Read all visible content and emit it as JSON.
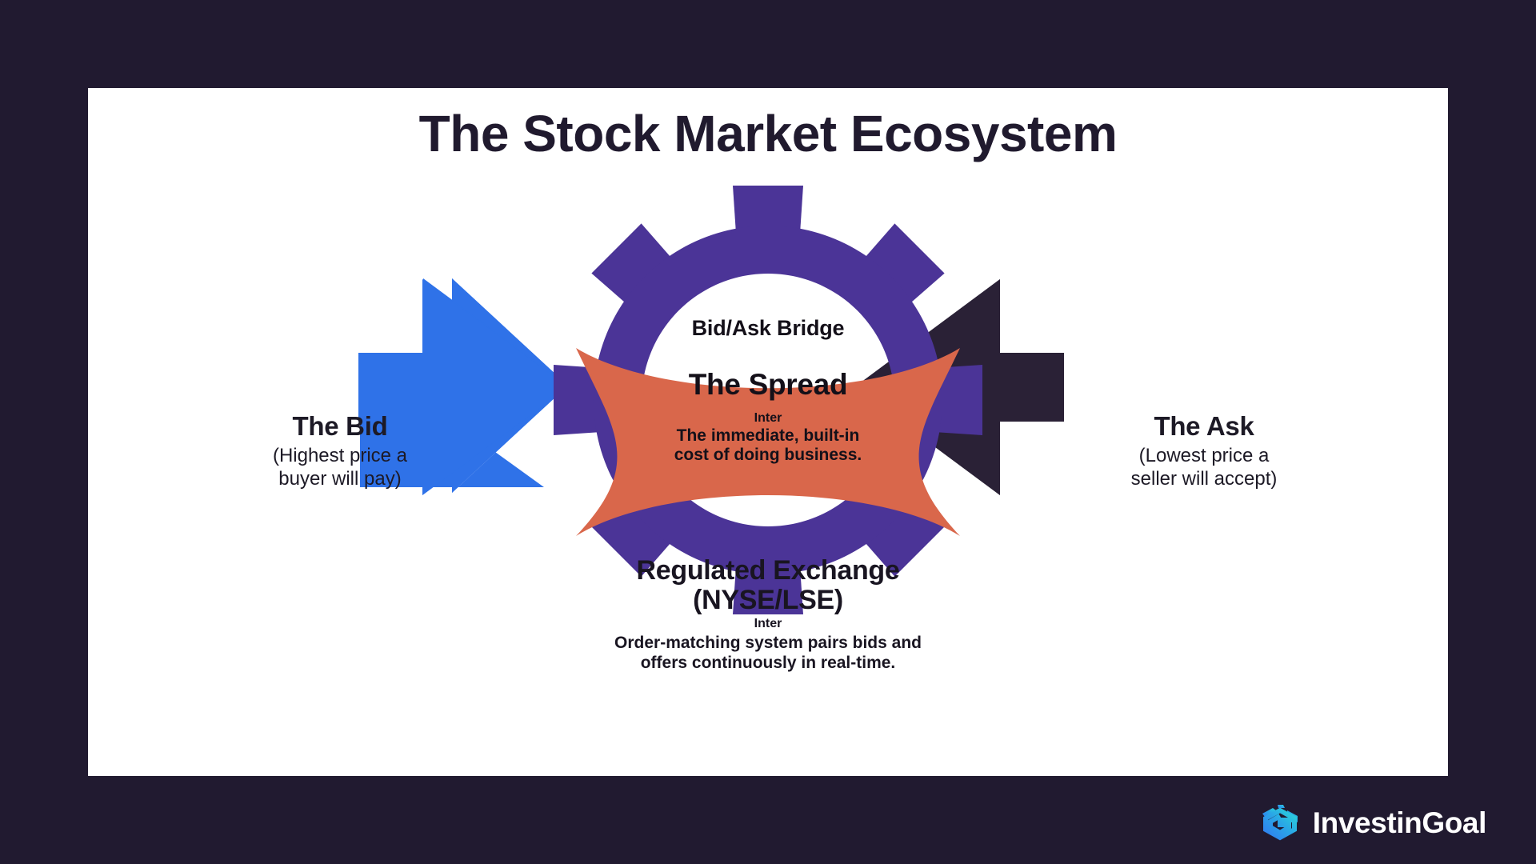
{
  "page": {
    "background_color": "#211a30",
    "card_color": "#ffffff"
  },
  "header": {
    "title": "The Stock Market Ecosystem"
  },
  "colors": {
    "bid_arrow": "#2f72e8",
    "ask_arrow": "#2a2136",
    "gear": "#4b3497",
    "spread": "#d9674b",
    "title_text": "#201a2e",
    "brand_text": "#ffffff",
    "brand_mark_start": "#2f7df0",
    "brand_mark_end": "#2bd4d9"
  },
  "diagram": {
    "type": "ecosystem-diagram",
    "bid": {
      "title": "The Bid",
      "subtitle_line1": "(Highest price a",
      "subtitle_line2": "buyer will pay)",
      "arrow_direction": "right",
      "arrow_color": "#2f72e8"
    },
    "ask": {
      "title": "The Ask",
      "subtitle_line1": "(Lowest price a",
      "subtitle_line2": "seller will accept)",
      "arrow_direction": "left",
      "arrow_color": "#2a2136"
    },
    "center": {
      "bridge_label": "Bid/Ask Bridge",
      "spread_label": "The Spread",
      "spread_tag": "Inter",
      "spread_desc_line1": "The immediate, built-in",
      "spread_desc_line2": "cost of doing business.",
      "gear_color": "#4b3497",
      "spread_color": "#d9674b"
    },
    "exchange": {
      "title_line1": "Regulated Exchange",
      "title_line2": "(NYSE/LSE)",
      "tag": "Inter",
      "desc_line1": "Order-matching system pairs bids and",
      "desc_line2": "offers continuously in real-time."
    }
  },
  "brand": {
    "name": "InvestinGoal",
    "mark_icon": "hexagon-g-logo-icon"
  }
}
